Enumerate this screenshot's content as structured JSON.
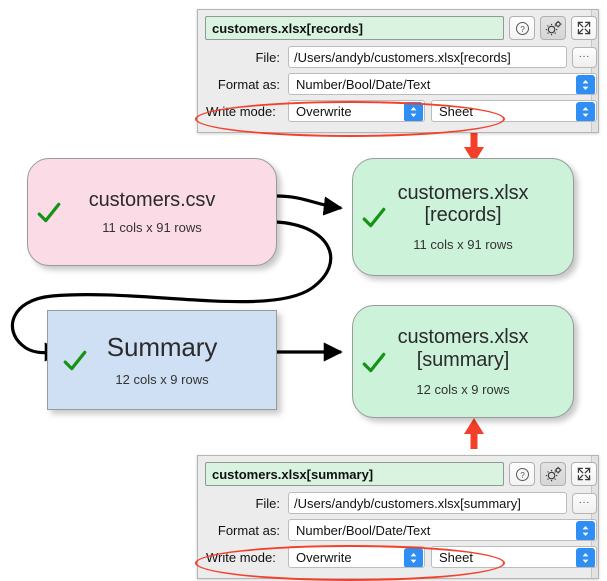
{
  "app": {
    "background": "#ffffff",
    "accent_red": "#f4402a",
    "accent_blue": "#2f8ef4",
    "tick_green": "#149414"
  },
  "diagram": {
    "nodes": [
      {
        "id": "customers-csv",
        "title": "customers.csv",
        "subtitle": "11 cols x 91 rows",
        "shape": "rounded",
        "color": "#fbdbe6",
        "status": "ok"
      },
      {
        "id": "customers-xlsx-records",
        "title": "customers.xlsx",
        "title2": "[records]",
        "subtitle": "11 cols x 91 rows",
        "shape": "rounded",
        "color": "#cdf2da",
        "status": "ok"
      },
      {
        "id": "summary",
        "title": "Summary",
        "subtitle": "12 cols x 9 rows",
        "shape": "square",
        "color": "#cfe0f4",
        "status": "ok"
      },
      {
        "id": "customers-xlsx-summary",
        "title": "customers.xlsx",
        "title2": "[summary]",
        "subtitle": "12 cols x 9 rows",
        "shape": "rounded",
        "color": "#cdf2da",
        "status": "ok"
      }
    ]
  },
  "panels": [
    {
      "id": "records-panel",
      "name_value": "customers.xlsx[records]",
      "help_icon": "question-mark-icon",
      "settings_icon": "gear-icon",
      "expand_icon": "expand-arrows-icon",
      "rows": {
        "file_label": "File:",
        "file_value": "/Users/andyb/customers.xlsx[records]",
        "browse_label": "...",
        "format_label": "Format as:",
        "format_value": "Number/Bool/Date/Text",
        "writemode_label": "Write mode:",
        "writemode_value": "Overwrite",
        "target_value": "Sheet"
      }
    },
    {
      "id": "summary-panel",
      "name_value": "customers.xlsx[summary]",
      "help_icon": "question-mark-icon",
      "settings_icon": "gear-icon",
      "expand_icon": "expand-arrows-icon",
      "rows": {
        "file_label": "File:",
        "file_value": "/Users/andyb/customers.xlsx[summary]",
        "browse_label": "...",
        "format_label": "Format as:",
        "format_value": "Number/Bool/Date/Text",
        "writemode_label": "Write mode:",
        "writemode_value": "Overwrite",
        "target_value": "Sheet"
      }
    }
  ]
}
